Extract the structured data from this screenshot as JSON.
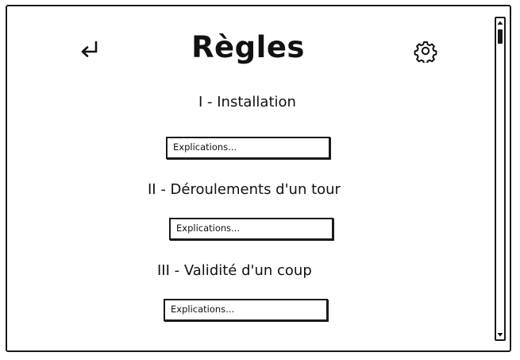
{
  "header": {
    "title": "Règles",
    "back_icon": "return-arrow-icon",
    "settings_icon": "gear-icon"
  },
  "sections": [
    {
      "heading": "I - Installation",
      "field_value": "Explications..."
    },
    {
      "heading": "II - Déroulements d'un tour",
      "field_value": "Explications..."
    },
    {
      "heading": "III - Validité d'un coup",
      "field_value": "Explications..."
    }
  ],
  "scrollbar": {
    "position": 0.0
  }
}
